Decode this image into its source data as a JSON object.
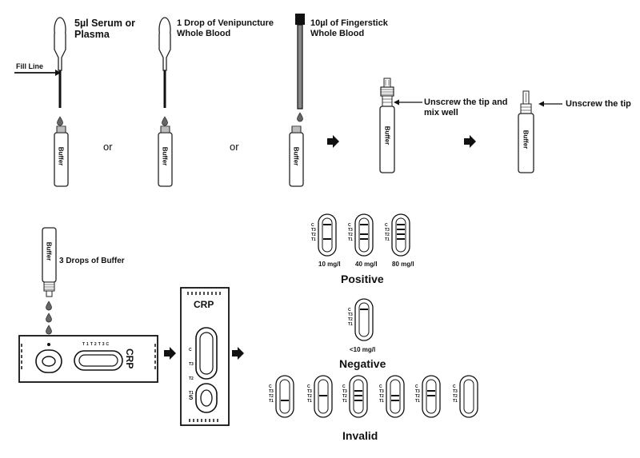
{
  "step1": {
    "sample_serum": "5µl Serum or Plasma",
    "sample_serum_l1": "5µl Serum or",
    "sample_serum_l2": "Plasma",
    "sample_venous_l1": "1 Drop of Venipuncture",
    "sample_venous_l2": "Whole Blood",
    "sample_finger_l1": "10µl of Fingerstick",
    "sample_finger_l2": "Whole Blood",
    "fill_line": "Fill Line",
    "or_word": "or",
    "buffer_label": "Buffer"
  },
  "step2": {
    "unscrew_mix_l1": "Unscrew the tip and",
    "unscrew_mix_l2": "mix well",
    "unscrew_tip": "Unscrew the tip"
  },
  "step3": {
    "drops_label": "3 Drops of Buffer",
    "cassette_name": "CRP",
    "cassette_sample_mark": "S",
    "cassette_line_marks": [
      "C",
      "T3",
      "T2",
      "T1"
    ]
  },
  "results": {
    "positive": {
      "title": "Positive",
      "examples": [
        {
          "label": "10 mg/l",
          "lines": [
            "C",
            "T1"
          ]
        },
        {
          "label": "40 mg/l",
          "lines": [
            "C",
            "T2",
            "T1"
          ]
        },
        {
          "label": "80 mg/l",
          "lines": [
            "C",
            "T3",
            "T2",
            "T1"
          ]
        }
      ]
    },
    "negative": {
      "title": "Negative",
      "examples": [
        {
          "label": "<10 mg/l",
          "lines": [
            "C"
          ]
        }
      ]
    },
    "invalid": {
      "title": "Invalid",
      "examples": [
        {
          "lines": [
            "T1"
          ]
        },
        {
          "lines": [
            "T2"
          ]
        },
        {
          "lines": [
            "T3",
            "T2",
            "T1"
          ]
        },
        {
          "lines": [
            "T2",
            "T1"
          ]
        },
        {
          "lines": [
            "T3",
            "T2"
          ]
        },
        {
          "lines": []
        }
      ]
    },
    "window_marks": [
      "C",
      "T3",
      "T2",
      "T1"
    ]
  }
}
